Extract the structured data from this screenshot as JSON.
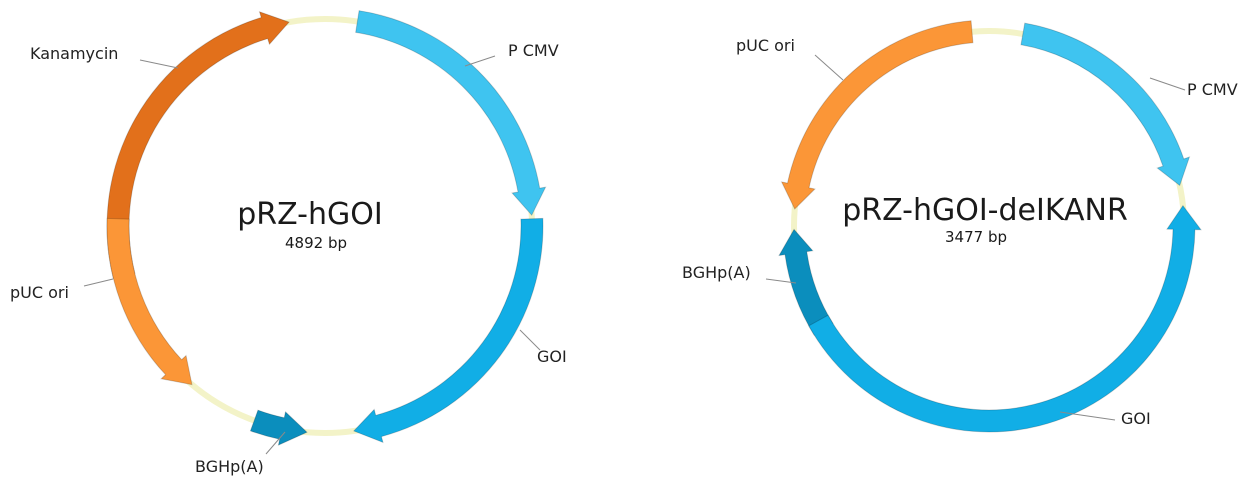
{
  "colors": {
    "backbone": "#f3f3c8",
    "backbone_edge": "#dede9a",
    "kanamycin": "#e2701b",
    "puc_ori": "#fb9637",
    "pcmv": "#3fc4f0",
    "goi": "#11aee6",
    "bgh": "#0b8ebd"
  },
  "maps": [
    {
      "title": "pRZ-hGOI",
      "size_label": "4892 bp",
      "features": [
        {
          "name": "Kanamycin",
          "label": "Kanamycin",
          "color": "kanamycin"
        },
        {
          "name": "P CMV",
          "label": "P CMV",
          "color": "pcmv"
        },
        {
          "name": "GOI",
          "label": "GOI",
          "color": "goi"
        },
        {
          "name": "BGHp(A)",
          "label": "BGHp(A)",
          "color": "bgh"
        },
        {
          "name": "pUC ori",
          "label": "pUC ori",
          "color": "puc_ori"
        }
      ]
    },
    {
      "title": "pRZ-hGOI-deIKANR",
      "size_label": "3477 bp",
      "features": [
        {
          "name": "pUC ori",
          "label": "pUC ori",
          "color": "puc_ori"
        },
        {
          "name": "P CMV",
          "label": "P CMV",
          "color": "pcmv"
        },
        {
          "name": "BGHp(A)",
          "label": "BGHp(A)",
          "color": "bgh"
        },
        {
          "name": "GOI",
          "label": "GOI",
          "color": "goi"
        }
      ]
    }
  ]
}
